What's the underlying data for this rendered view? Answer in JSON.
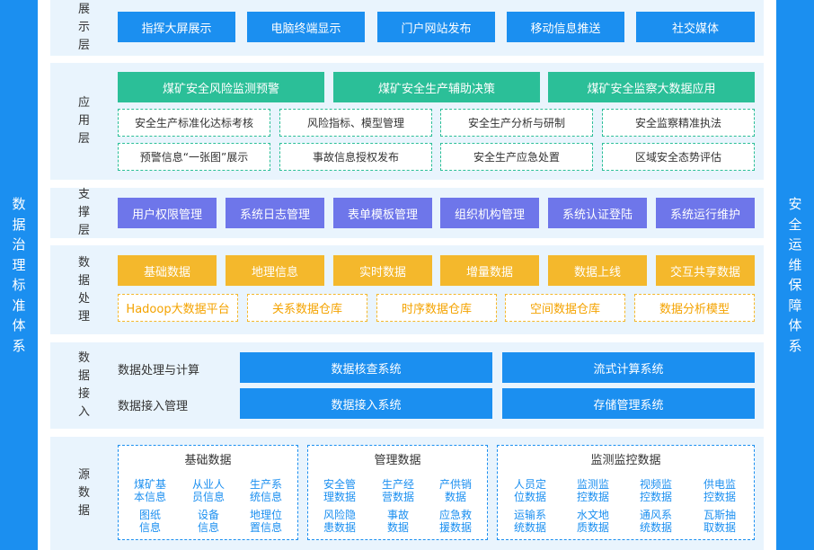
{
  "sides": {
    "left": "数据治理标准体系",
    "right": "安全运维保障体系"
  },
  "display": {
    "label": "展示层",
    "buttons": [
      "指挥大屏展示",
      "电脑终端显示",
      "门户网站发布",
      "移动信息推送",
      "社交媒体"
    ]
  },
  "application": {
    "label": "应用层",
    "main": [
      "煤矿安全风险监测预警",
      "煤矿安全生产辅助决策",
      "煤矿安全监察大数据应用"
    ],
    "row1": [
      "安全生产标准化达标考核",
      "风险指标、模型管理",
      "安全生产分析与研制",
      "安全监察精准执法"
    ],
    "row2": [
      "预警信息“一张图”展示",
      "事故信息授权发布",
      "安全生产应急处置",
      "区域安全态势评估"
    ]
  },
  "support": {
    "label": "支撑层",
    "buttons": [
      "用户权限管理",
      "系统日志管理",
      "表单模板管理",
      "组织机构管理",
      "系统认证登陆",
      "系统运行维护"
    ]
  },
  "processing": {
    "label": "数据处理",
    "top": [
      "基础数据",
      "地理信息",
      "实时数据",
      "增量数据",
      "数据上线",
      "交互共享数据"
    ],
    "bottom": [
      "Hadoop大数据平台",
      "关系数据仓库",
      "时序数据仓库",
      "空间数据仓库",
      "数据分析模型"
    ]
  },
  "access": {
    "label": "数据接入",
    "row1_label": "数据处理与计算",
    "row2_label": "数据接入管理",
    "row1": [
      "数据核查系统",
      "流式计算系统"
    ],
    "row2": [
      "数据接入系统",
      "存储管理系统"
    ]
  },
  "source": {
    "label": "源数据",
    "groups": [
      {
        "title": "基础数据",
        "items": [
          [
            "煤矿基",
            "本信息"
          ],
          [
            "从业人",
            "员信息"
          ],
          [
            "生产系",
            "统信息"
          ],
          [
            "图纸",
            "信息"
          ],
          [
            "设备",
            "信息"
          ],
          [
            "地理位",
            "置信息"
          ]
        ]
      },
      {
        "title": "管理数据",
        "items": [
          [
            "安全管",
            "理数据"
          ],
          [
            "生产经",
            "营数据"
          ],
          [
            "产供销",
            "数据"
          ],
          [
            "风险隐",
            "患数据"
          ],
          [
            "事故",
            "数据"
          ],
          [
            "应急救",
            "援数据"
          ]
        ]
      },
      {
        "title": "监测监控数据",
        "items": [
          [
            "人员定",
            "位数据"
          ],
          [
            "监测监",
            "控数据"
          ],
          [
            "视频监",
            "控数据"
          ],
          [
            "供电监",
            "控数据"
          ],
          [
            "运输系",
            "统数据"
          ],
          [
            "水文地",
            "质数据"
          ],
          [
            "通风系",
            "统数据"
          ],
          [
            "瓦斯抽",
            "取数据"
          ]
        ]
      }
    ]
  },
  "colors": {
    "blue": "#1b8ff0",
    "green": "#2bbf98",
    "purple": "#6e76ea",
    "yellow": "#f4b82c",
    "panel": "#e9f4fd"
  }
}
